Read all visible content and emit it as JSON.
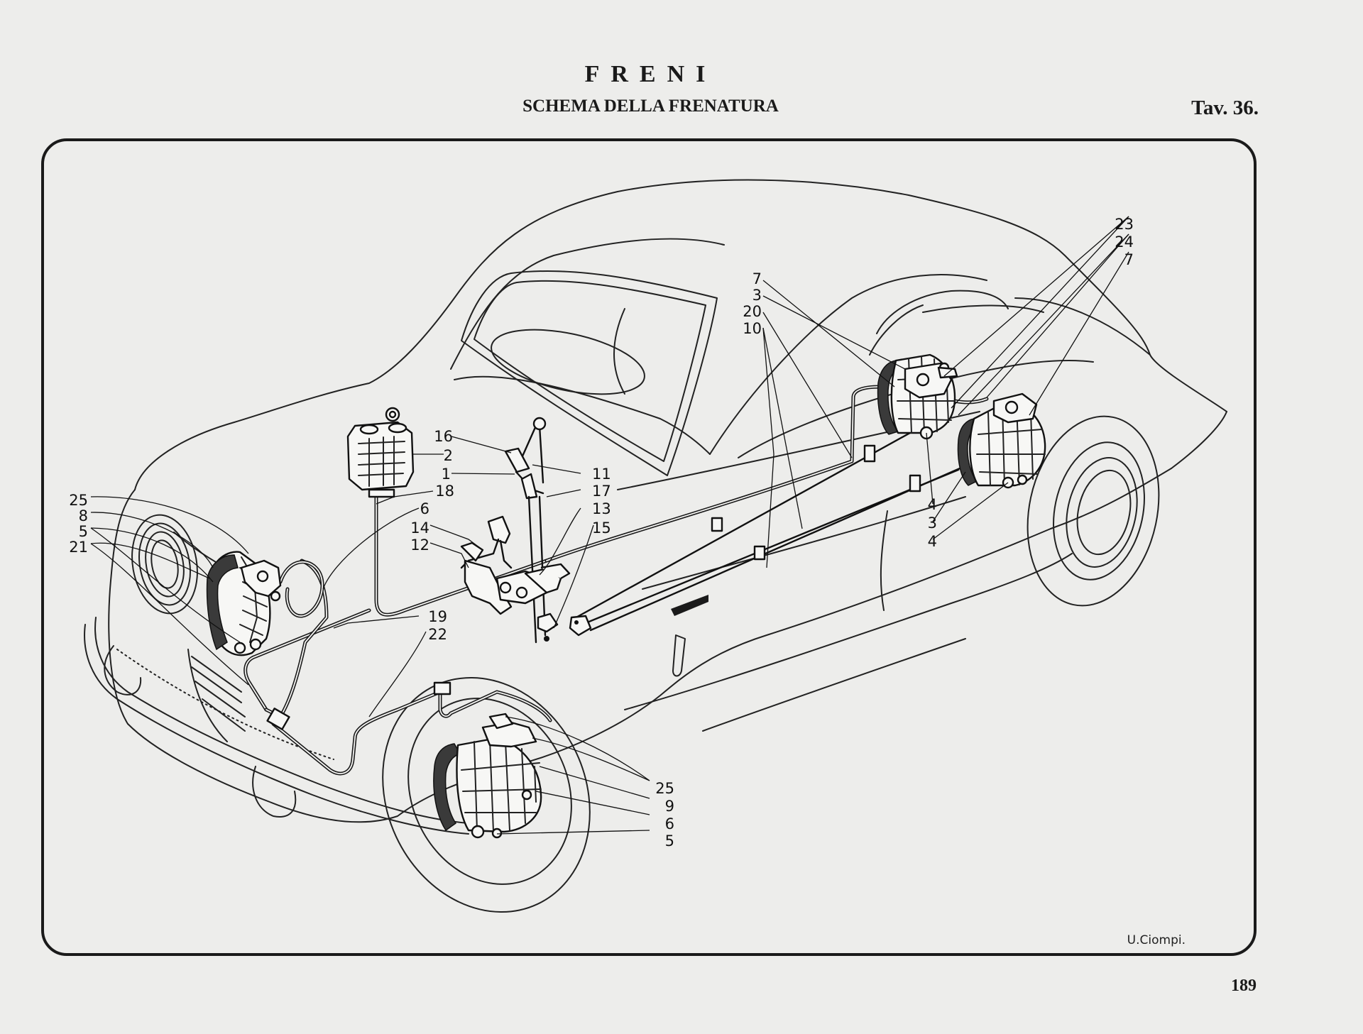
{
  "header": {
    "title": "FRENI",
    "subtitle": "SCHEMA DELLA FRENATURA",
    "plate": "Tav. 36."
  },
  "footer": {
    "page_number": "189"
  },
  "illustration": {
    "signature": "U.Ciompi.",
    "callouts": {
      "left": [
        "25",
        "8",
        "5",
        "21"
      ],
      "pedal": [
        "16",
        "2",
        "1",
        "18",
        "6",
        "14",
        "12",
        "11",
        "17",
        "13",
        "15"
      ],
      "lower": [
        "19",
        "22"
      ],
      "center": [
        "7",
        "3",
        "20",
        "10"
      ],
      "rear_top": [
        "23",
        "24",
        "7"
      ],
      "rear_side": [
        "4",
        "3",
        "4"
      ],
      "front_right": [
        "25",
        "9",
        "6",
        "5"
      ]
    }
  }
}
